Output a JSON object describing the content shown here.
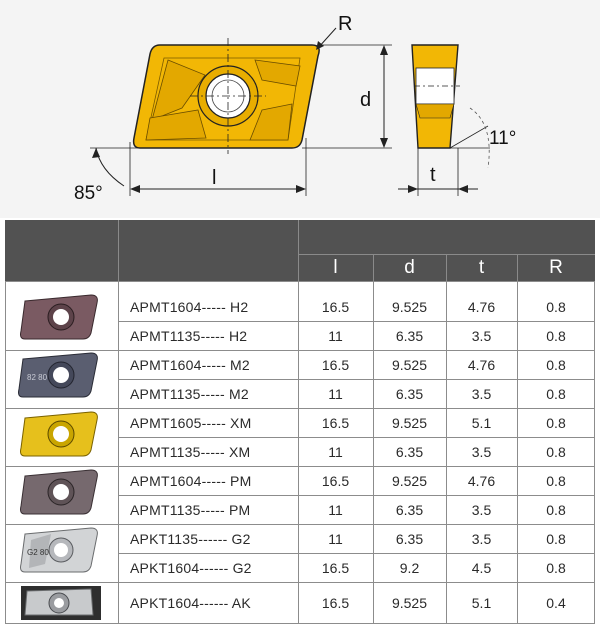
{
  "diagram": {
    "labels": {
      "R": "R",
      "d": "d",
      "l": "l",
      "t": "t",
      "relief_angle": "11°",
      "corner_angle": "85°"
    }
  },
  "table": {
    "columns": [
      "l",
      "d",
      "t",
      "R"
    ],
    "rows": [
      {
        "model": "APMT1604----- H2",
        "l": "16.5",
        "d": "9.525",
        "t": "4.76",
        "R": "0.8"
      },
      {
        "model": "APMT1135----- H2",
        "l": "11",
        "d": "6.35",
        "t": "3.5",
        "R": "0.8"
      },
      {
        "model": "APMT1604----- M2",
        "l": "16.5",
        "d": "9.525",
        "t": "4.76",
        "R": "0.8"
      },
      {
        "model": "APMT1135----- M2",
        "l": "11",
        "d": "6.35",
        "t": "3.5",
        "R": "0.8"
      },
      {
        "model": "APMT1605----- XM",
        "l": "16.5",
        "d": "9.525",
        "t": "5.1",
        "R": "0.8"
      },
      {
        "model": "APMT1135----- XM",
        "l": "11",
        "d": "6.35",
        "t": "3.5",
        "R": "0.8"
      },
      {
        "model": "APMT1604----- PM",
        "l": "16.5",
        "d": "9.525",
        "t": "4.76",
        "R": "0.8"
      },
      {
        "model": "APMT1135----- PM",
        "l": "11",
        "d": "6.35",
        "t": "3.5",
        "R": "0.8"
      },
      {
        "model": "APKT1135------ G2",
        "l": "11",
        "d": "6.35",
        "t": "3.5",
        "R": "0.8"
      },
      {
        "model": "APKT1604------ G2",
        "l": "16.5",
        "d": "9.2",
        "t": "4.5",
        "R": "0.8"
      },
      {
        "model": "APKT1604------ AK",
        "l": "16.5",
        "d": "9.525",
        "t": "5.1",
        "R": "0.4"
      }
    ],
    "inserts": [
      {
        "grade": "H2",
        "color": "#7a5a62",
        "text": ""
      },
      {
        "grade": "M2",
        "color": "#5a5e70",
        "text": "82 80"
      },
      {
        "grade": "XM",
        "color": "#e6c01c",
        "text": ""
      },
      {
        "grade": "PM",
        "color": "#76696e",
        "text": ""
      },
      {
        "grade": "G2",
        "color": "#d2d4d6",
        "text": "G2 80"
      },
      {
        "grade": "AK",
        "color": "#c8cacc",
        "text": ""
      }
    ]
  },
  "colors": {
    "header": "#525252",
    "insert_gold": "#f2b705",
    "line": "#7a7a7a"
  }
}
